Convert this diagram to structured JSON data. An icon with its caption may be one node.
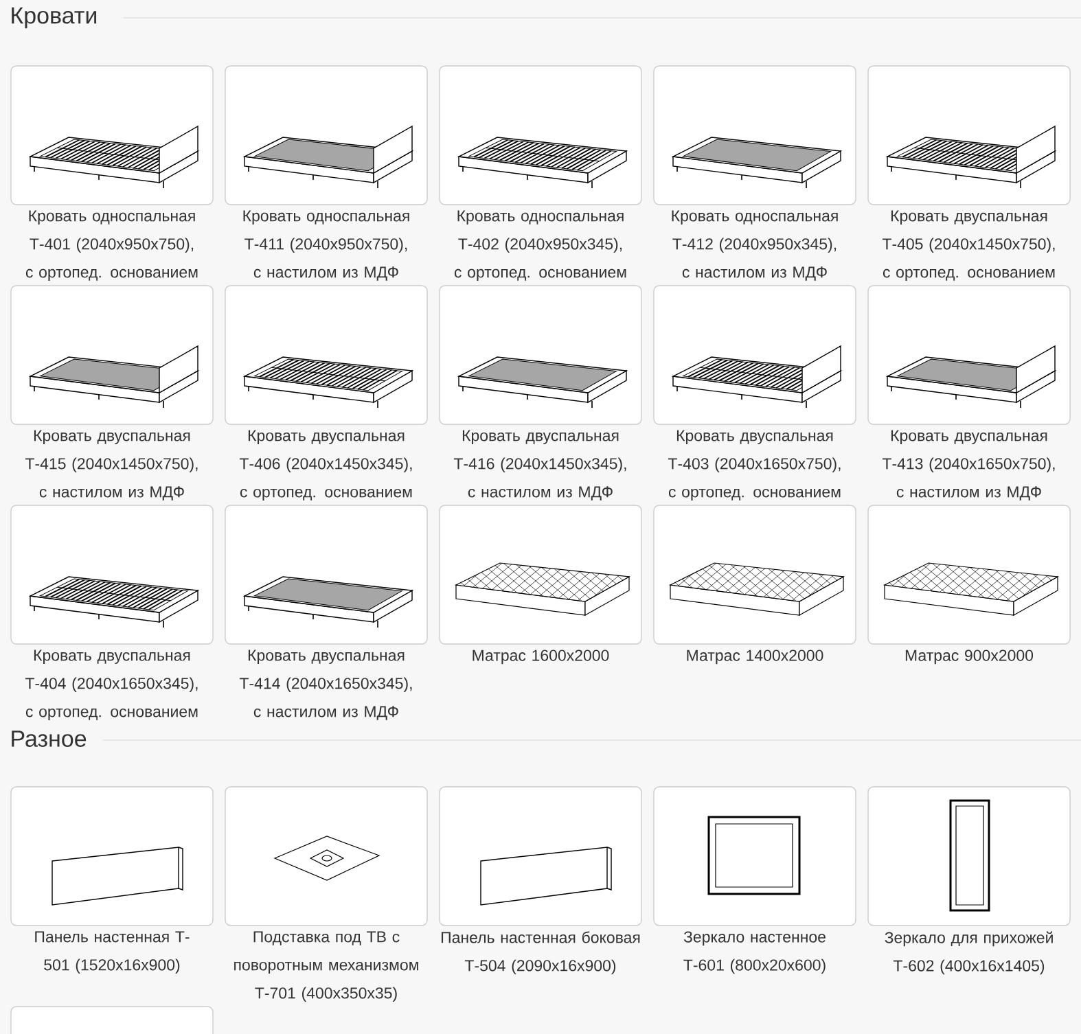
{
  "diagram": {
    "nodes": [
      {
        "text": [
          "Кровать односпальная Т-401 (2040x950x750), с ортопед. основанием"
        ]
      },
      {
        "text": [
          "Кровать односпальная Т-411 (2040x950x750), с настилом из МДФ"
        ]
      },
      {
        "text": [
          "Кровать односпальная Т-402 (2040x950x345), с ортопед. основанием"
        ]
      },
      {
        "text": [
          "Кровать односпальная Т-412 (2040x950x345), с настилом из МДФ"
        ]
      },
      {
        "text": [
          "Кровать двуспальная Т-405 (2040x1450x750), с ортопед. основанием"
        ]
      },
      {
        "text": [
          "Кровать двуспальная Т-415 (2040x1450x750), с настилом из МДФ"
        ]
      },
      {
        "text": [
          "Кровать двуспальная Т-406 (2040x1450x345), с ортопед. основанием"
        ]
      },
      {
        "text": [
          "Кровать двуспальная Т-416 (2040x1450x345), с настилом из МДФ"
        ]
      },
      {
        "text": [
          "Кровать двуспальная Т-403 (2040x1650x750), с ортопед. основанием"
        ]
      },
      {
        "text": [
          "Кровать двуспальная Т-413 (2040x1650x750), с настилом из МДФ"
        ]
      },
      {
        "text": [
          "Кровать двуспальная Т-404 (2040x1650x345), с ортопед. основанием"
        ]
      },
      {
        "text": [
          "Кровать двуспальная Т-414 (2040x1650x345), с настилом из МДФ"
        ]
      },
      {
        "text": [
          "Матрас 1600x2000"
        ]
      },
      {
        "text": [
          "Матрас 1400x2000"
        ]
      },
      {
        "text": [
          "Матрас 900x2000"
        ]
      },
      {
        "text": [
          "Панель настенная Т-501 (1520x16x900)"
        ]
      },
      {
        "text": [
          "Подставка под ТВ с поворотным механизмом Т-701 (400x350x35)"
        ]
      },
      {
        "text": [
          "Панель настенная боковая Т-504 (2090x16x900)"
        ]
      },
      {
        "text": [
          "Зеркало настенное Т-601 (800x20x600)"
        ]
      },
      {
        "text": [
          "Зеркало для прихожей Т-602 (400x16x1405)"
        ]
      },
      {
        "text": [],
        "shape": "box"
      }
    ],
    "labels": [
      "Кровати",
      "Разное"
    ]
  }
}
